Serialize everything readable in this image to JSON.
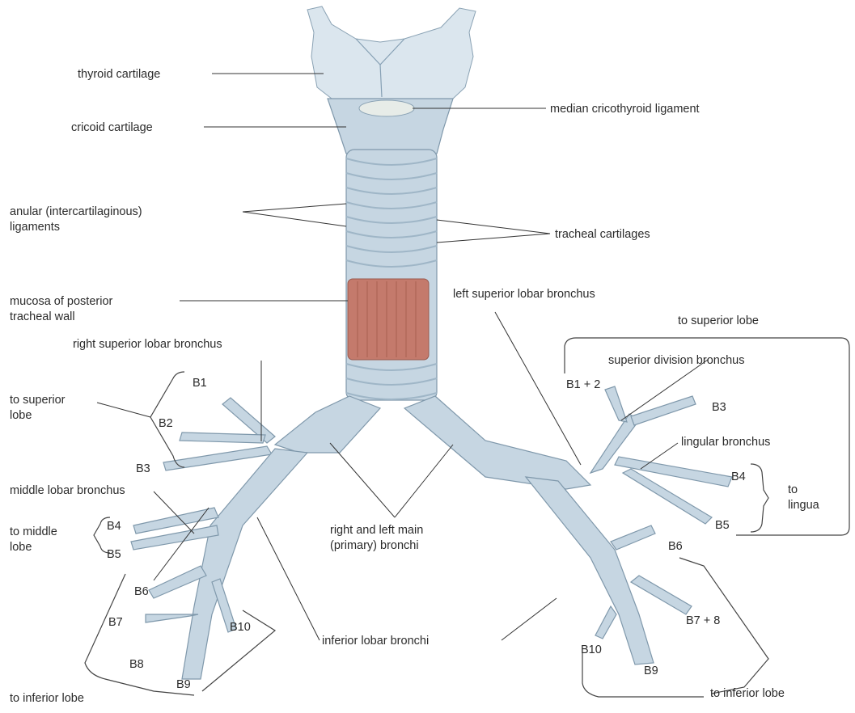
{
  "labels": {
    "thyroid_cartilage": "thyroid cartilage",
    "median_cricothyroid_ligament": "median cricothyroid ligament",
    "cricoid_cartilage": "cricoid cartilage",
    "anular_ligaments_1": "anular (intercartilaginous)",
    "anular_ligaments_2": "ligaments",
    "tracheal_cartilages": "tracheal cartilages",
    "mucosa_1": "mucosa of posterior",
    "mucosa_2": "tracheal wall",
    "left_superior_lobar_bronchus": "left superior lobar bronchus",
    "right_superior_lobar_bronchus": "right superior lobar bronchus",
    "to_superior_lobe_left": "to superior lobe",
    "superior_division_bronchus": "superior division bronchus",
    "to_superior_lobe_right_1": "to superior",
    "to_superior_lobe_right_2": "lobe",
    "b1": "B1",
    "b2": "B2",
    "b3_right": "B3",
    "b1_2": "B1 + 2",
    "b3_left": "B3",
    "lingular_bronchus": "lingular bronchus",
    "middle_lobar_bronchus": "middle lobar bronchus",
    "b4_left": "B4",
    "to_lingua_1": "to",
    "to_lingua_2": "lingua",
    "to_middle_lobe_1": "to middle",
    "to_middle_lobe_2": "lobe",
    "b4_right": "B4",
    "b5_right": "B5",
    "b5_left": "B5",
    "main_bronchi_1": "right and left main",
    "main_bronchi_2": "(primary) bronchi",
    "b6_left": "B6",
    "b6_right": "B6",
    "b7": "B7",
    "b10_right": "B10",
    "b7_8": "B7 + 8",
    "inferior_lobar_bronchi": "inferior lobar bronchi",
    "b10_left": "B10",
    "b8": "B8",
    "b9_right": "B9",
    "b9_left": "B9",
    "to_inferior_lobe_right": "to inferior lobe",
    "to_inferior_lobe_left": "to inferior lobe"
  },
  "colors": {
    "airway": "#c6d6e2",
    "cartilage_ring": "#9fb6c7",
    "mucosa": "#c47a6c",
    "text": "#2b2b2b"
  }
}
